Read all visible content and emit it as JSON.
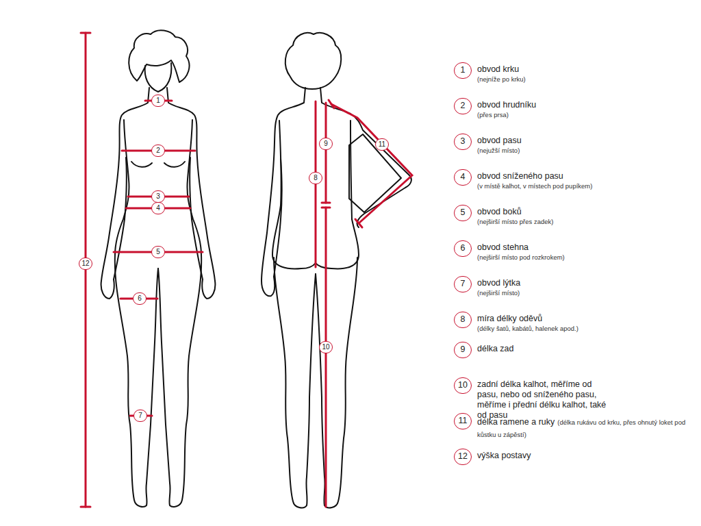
{
  "diagram": {
    "nodes": [
      {
        "text": [
          "1"
        ]
      },
      {
        "text": [
          "2"
        ]
      },
      {
        "text": [
          "3"
        ]
      },
      {
        "text": [
          "4"
        ]
      },
      {
        "text": [
          "5"
        ]
      },
      {
        "text": [
          "6"
        ]
      },
      {
        "text": [
          "7"
        ]
      },
      {
        "text": [
          "12"
        ]
      },
      {
        "text": [
          "9"
        ]
      },
      {
        "text": [
          "8"
        ]
      },
      {
        "text": [
          "10"
        ]
      },
      {
        "text": [
          "11"
        ]
      },
      {
        "text": [
          "1",
          "obvod krku",
          "(nejníže po krku)"
        ]
      },
      {
        "text": [
          "2",
          "obvod hrudníku",
          "(přes prsa)"
        ]
      },
      {
        "text": [
          "3",
          "obvod pasu",
          "(nejužší místo)"
        ]
      },
      {
        "text": [
          "4",
          "obvod sníženého pasu",
          "(v místě kalhot, v místech pod pupíkem)"
        ]
      },
      {
        "text": [
          "5",
          "obvod boků",
          "(nejširší místo přes zadek)"
        ]
      },
      {
        "text": [
          "6",
          "obvod stehna",
          "(nejširší místo pod rozkrokem)"
        ]
      },
      {
        "text": [
          "7",
          "obvod lýtka",
          "(nejširší místo)"
        ]
      },
      {
        "text": [
          "8",
          "míra délky oděvů",
          "(délky šatů, kabátů, halenek apod.)"
        ]
      },
      {
        "text": [
          "9",
          "délka zad"
        ]
      },
      {
        "text": [
          "10",
          "zadní délka kalhot, měříme od pasu, nebo od sníženého pasu, měříme i přední délku kalhot, také od pasu"
        ]
      },
      {
        "text": [
          "11",
          "délka ramene a ruky",
          "(délka rukávu od krku, přes ohnutý loket pod kůstku u zápěstí)"
        ]
      },
      {
        "text": [
          "12",
          "výška postavy"
        ]
      }
    ]
  }
}
